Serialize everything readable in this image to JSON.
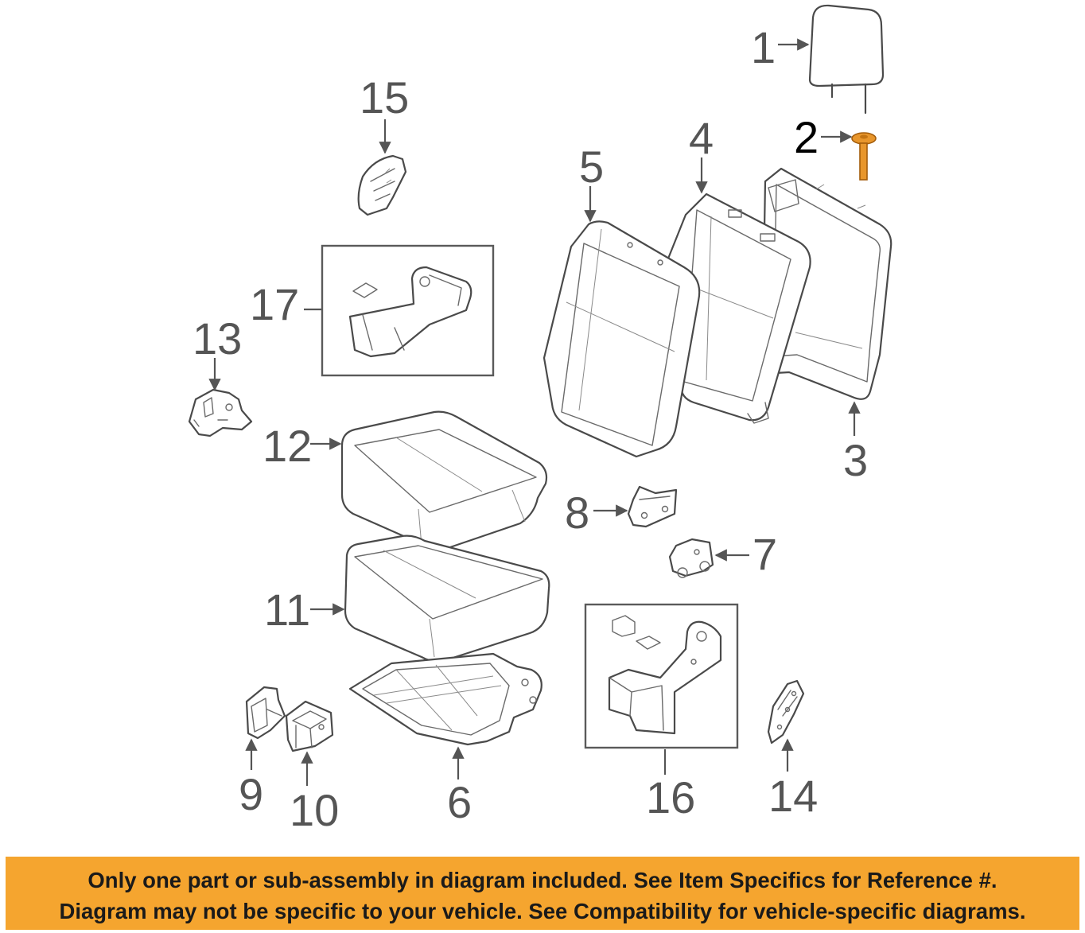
{
  "callouts": {
    "c1": "1",
    "c2": "2",
    "c3": "3",
    "c4": "4",
    "c5": "5",
    "c6": "6",
    "c7": "7",
    "c8": "8",
    "c9": "9",
    "c10": "10",
    "c11": "11",
    "c12": "12",
    "c13": "13",
    "c14": "14",
    "c15": "15",
    "c16": "16",
    "c17": "17"
  },
  "highlight_color": "#e8962c",
  "banner": {
    "line1": "Only one part or sub-assembly in diagram included. See Item Specifics for Reference #.",
    "line2": "Diagram may not be specific to your vehicle. See Compatibility for vehicle-specific diagrams.",
    "background": "#f5a52f"
  }
}
